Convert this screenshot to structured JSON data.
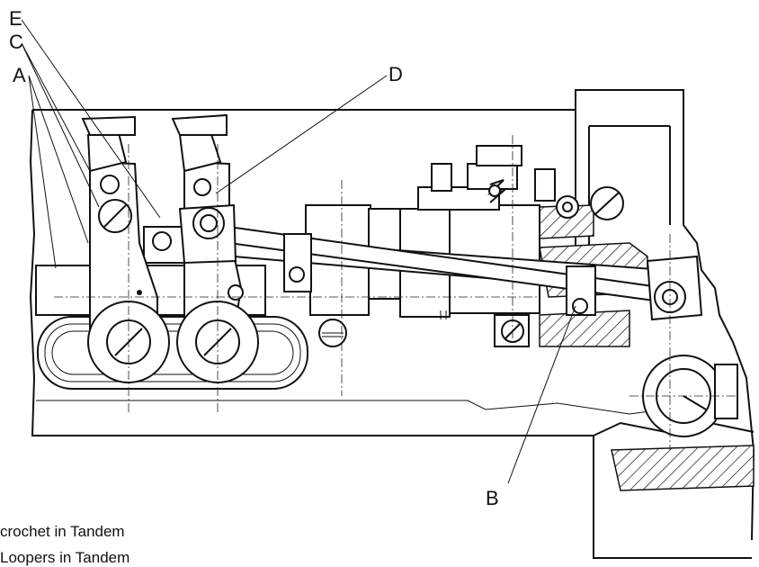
{
  "callouts": {
    "a": "A",
    "b": "B",
    "c": "C",
    "d": "D",
    "e": "E"
  },
  "captions": {
    "line1": "crochet in Tandem",
    "line2": "Loopers in Tandem"
  }
}
